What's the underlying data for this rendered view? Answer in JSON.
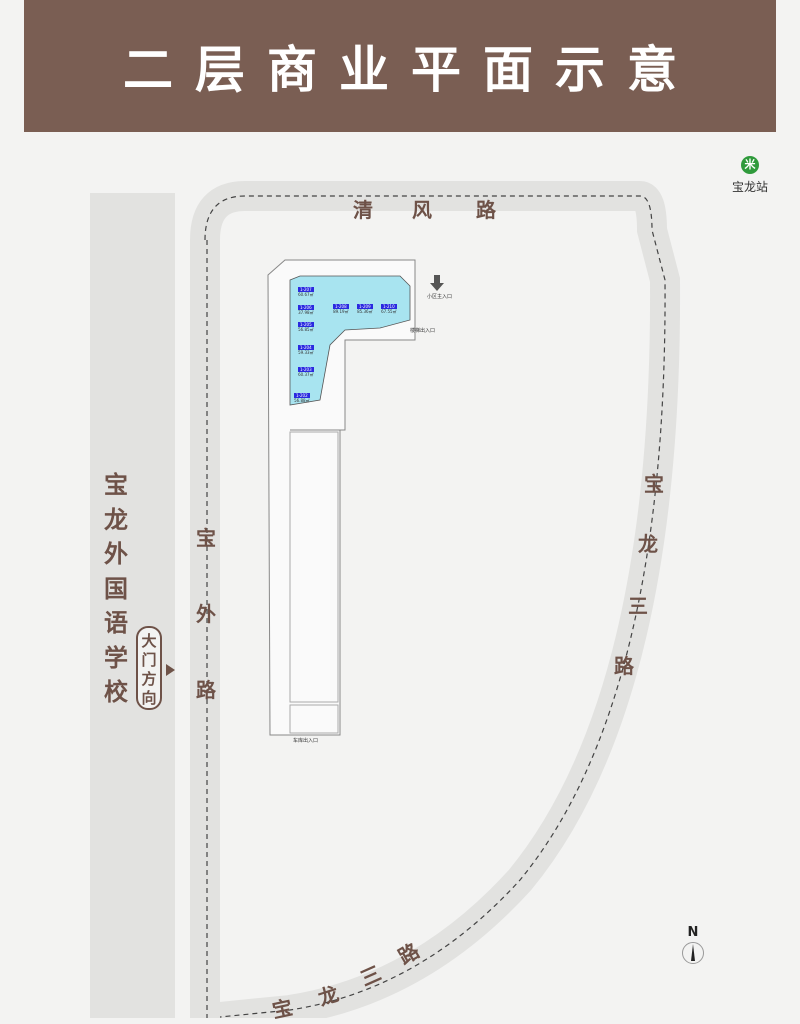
{
  "title": "二层商业平面示意",
  "metro": {
    "icon": "metro-icon",
    "label": "宝龙站"
  },
  "roads": {
    "north": [
      "清",
      "风",
      "路"
    ],
    "west": [
      "宝",
      "外",
      "路"
    ],
    "east": [
      "宝",
      "龙",
      "三",
      "路"
    ],
    "south": [
      "宝",
      "龙",
      "三",
      "路"
    ]
  },
  "school": "宝龙外国语学校",
  "gate": "大门方向",
  "entrances": {
    "community_main": "小区主入口",
    "stair": "楼梯出入口",
    "garage": "车库出入口"
  },
  "units": [
    {
      "id": "1-207",
      "area": "60.67㎡"
    },
    {
      "id": "1-206",
      "area": "37.98㎡"
    },
    {
      "id": "1-208",
      "area": "89.19㎡"
    },
    {
      "id": "1-209",
      "area": "85.36㎡"
    },
    {
      "id": "1-210",
      "area": "67.55㎡"
    },
    {
      "id": "1-205",
      "area": "56.85㎡"
    },
    {
      "id": "1-204",
      "area": "59.33㎡"
    },
    {
      "id": "1-203",
      "area": "60.37㎡"
    },
    {
      "id": "1-202",
      "area": "56.88㎡"
    }
  ],
  "compass": "N",
  "colors": {
    "banner": "#7a5e53",
    "unit_fill": "#a8e4f0",
    "road": "#e2e2e0",
    "text": "#6e5248"
  }
}
